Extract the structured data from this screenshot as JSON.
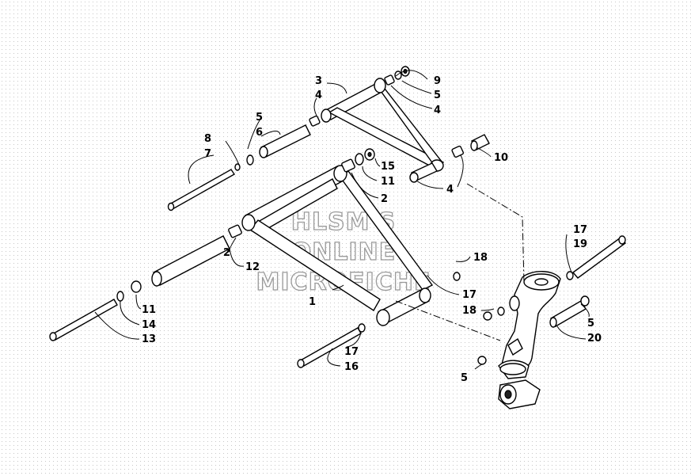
{
  "watermark": {
    "line1": "HLSM'S",
    "line2": "ONLINE",
    "line3": "MICROFICHE"
  },
  "callouts": [
    {
      "id": "c01",
      "text": "3"
    },
    {
      "id": "c02",
      "text": "4"
    },
    {
      "id": "c03",
      "text": "9"
    },
    {
      "id": "c04",
      "text": "5"
    },
    {
      "id": "c05",
      "text": "4"
    },
    {
      "id": "c06",
      "text": "5"
    },
    {
      "id": "c07",
      "text": "6"
    },
    {
      "id": "c08",
      "text": "8"
    },
    {
      "id": "c09",
      "text": "7"
    },
    {
      "id": "c10",
      "text": "10"
    },
    {
      "id": "c11",
      "text": "15"
    },
    {
      "id": "c12",
      "text": "11"
    },
    {
      "id": "c13",
      "text": "2"
    },
    {
      "id": "c14",
      "text": "4"
    },
    {
      "id": "c15",
      "text": "2"
    },
    {
      "id": "c16",
      "text": "12"
    },
    {
      "id": "c17",
      "text": "17"
    },
    {
      "id": "c18",
      "text": "19"
    },
    {
      "id": "c19",
      "text": "18"
    },
    {
      "id": "c20",
      "text": "1"
    },
    {
      "id": "c21",
      "text": "17"
    },
    {
      "id": "c22",
      "text": "18"
    },
    {
      "id": "c23",
      "text": "11"
    },
    {
      "id": "c24",
      "text": "14"
    },
    {
      "id": "c25",
      "text": "13"
    },
    {
      "id": "c26",
      "text": "5"
    },
    {
      "id": "c27",
      "text": "20"
    },
    {
      "id": "c28",
      "text": "17"
    },
    {
      "id": "c29",
      "text": "16"
    },
    {
      "id": "c30",
      "text": "5"
    }
  ]
}
